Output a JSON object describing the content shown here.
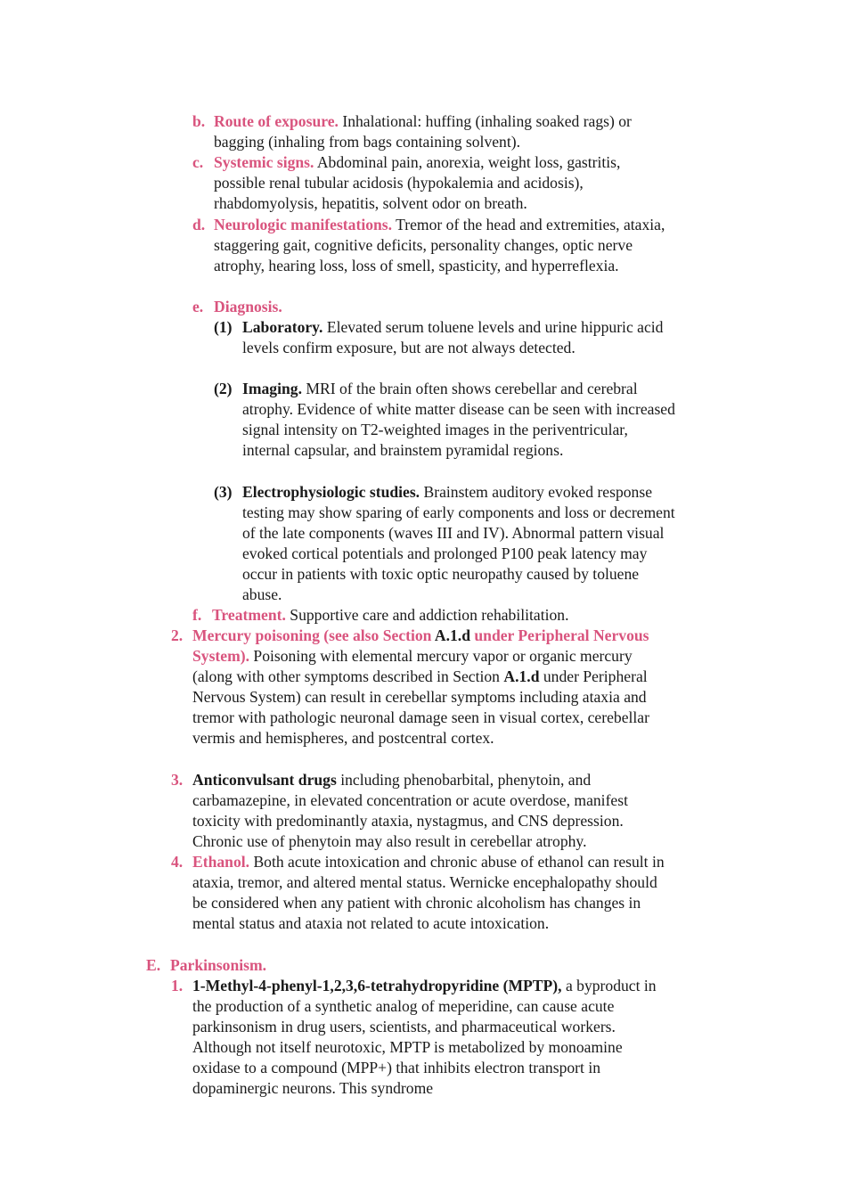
{
  "b": {
    "label": "b.",
    "head": "Route of exposure.",
    "text": " Inhalational: huffing (inhaling soaked rags) or bagging (inhaling from bags containing solvent)."
  },
  "c": {
    "label": "c.",
    "head": "Systemic signs.",
    "text": " Abdominal pain, anorexia, weight loss, gastritis, possible renal tubular acidosis (hypokalemia and acidosis), rhabdomyolysis, hepatitis, solvent odor on breath."
  },
  "d": {
    "label": "d.",
    "head": "Neurologic manifestations.",
    "text": " Tremor of the head and extremities, ataxia, staggering gait, cognitive deficits, personality changes, optic nerve atrophy, hearing loss, loss of smell, spasticity, and hyperreflexia."
  },
  "e": {
    "label": "e.",
    "head": "Diagnosis.",
    "sub1": {
      "label": "(1)",
      "head": "Laboratory.",
      "text": " Elevated serum toluene levels and urine hippuric acid levels confirm exposure, but are not always detected."
    },
    "sub2": {
      "label": "(2)",
      "head": "Imaging.",
      "text": " MRI of the brain often shows cerebellar and cerebral atrophy. Evidence of white matter disease can be seen with increased signal intensity on T2-weighted images in the periventricular, internal capsular, and brainstem pyramidal regions."
    },
    "sub3": {
      "label": "(3)",
      "head": "Electrophysiologic studies.",
      "text": " Brainstem auditory evoked response testing may show sparing of early components and loss or decrement of the late components (waves III and IV). Abnormal pattern visual evoked cortical potentials and prolonged P100 peak latency may occur in patients with toxic optic neuropathy caused by toluene abuse."
    }
  },
  "f": {
    "label": "f.",
    "head": "Treatment.",
    "text": " Supportive care and addiction rehabilitation."
  },
  "n2": {
    "label": "2.",
    "head_a": "Mercury poisoning (see also Section ",
    "head_b": "A.1.d",
    "head_c": " under Peripheral Nervous System).",
    "text_a": " Poisoning with elemental mercury vapor or organic mercury (along with other symptoms described in Section ",
    "text_b": "A.1.d",
    "text_c": " under Peripheral Nervous System) can result in cerebellar symptoms including ataxia and tremor with pathologic neuronal damage seen in visual cortex, cerebellar vermis and hemispheres, and postcentral cortex."
  },
  "n3": {
    "label": "3.",
    "head": "Anticonvulsant drugs",
    "text": " including phenobarbital, phenytoin, and carbamazepine, in elevated concentration or acute overdose, manifest toxicity with predominantly ataxia, nystagmus, and CNS depression. Chronic use of phenytoin may also result in cerebellar atrophy."
  },
  "n4": {
    "label": "4.",
    "head": "Ethanol.",
    "text": " Both acute intoxication and chronic abuse of ethanol can result in ataxia, tremor, and altered mental status. Wernicke encephalopathy should be considered when any patient with chronic alcoholism has changes in mental status and ataxia not related to acute intoxication."
  },
  "E": {
    "label": "E.",
    "head": "Parkinsonism.",
    "n1": {
      "label": "1.",
      "head": "1-Methyl-4-phenyl-1,2,3,6-tetrahydropyridine (MPTP),",
      "text": " a byproduct in the production of a synthetic analog of meperidine, can cause acute parkinsonism in drug users, scientists, and pharmaceutical workers. Although not itself neurotoxic, MPTP is metabolized by monoamine oxidase to a compound (MPP+) that inhibits electron transport in dopaminergic neurons. This syndrome"
    }
  },
  "colors": {
    "heading": "#d9547e",
    "text": "#1a1a1a",
    "background": "#ffffff"
  }
}
